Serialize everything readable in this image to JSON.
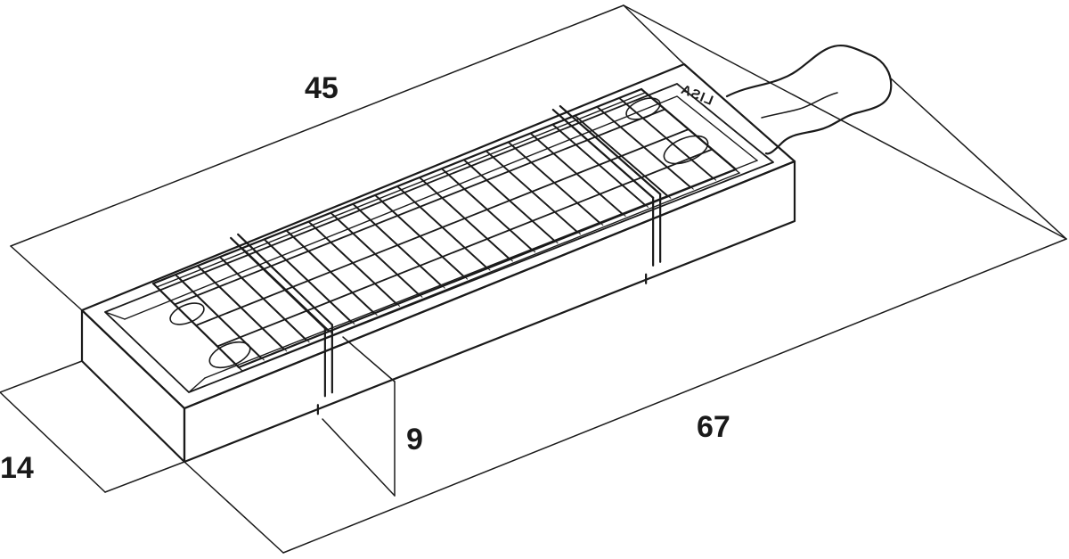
{
  "dimensions": {
    "length": "45",
    "depth": "14",
    "height": "9",
    "overall_length": "67"
  },
  "product": {
    "brand": "LISA"
  }
}
